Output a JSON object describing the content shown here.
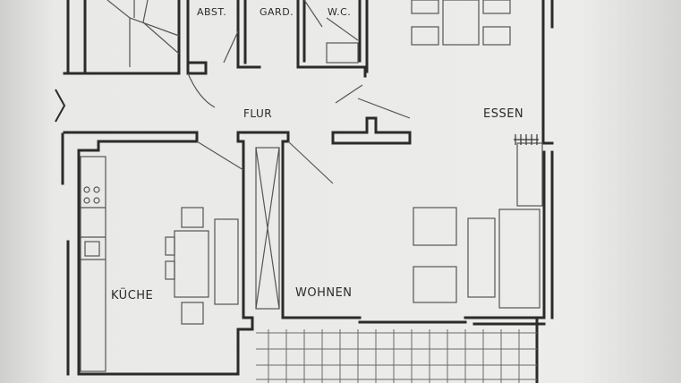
{
  "rooms": {
    "abstellraum": "ABST.",
    "garderobe": "GARD.",
    "wc": "W.C.",
    "flur": "FLUR",
    "essen": "ESSEN",
    "kueche": "KÜCHE",
    "wohnen": "WOHNEN"
  },
  "colors": {
    "paper": "#e8e8e6",
    "background": "#dcdcda",
    "ink": "#2a2a2a"
  }
}
